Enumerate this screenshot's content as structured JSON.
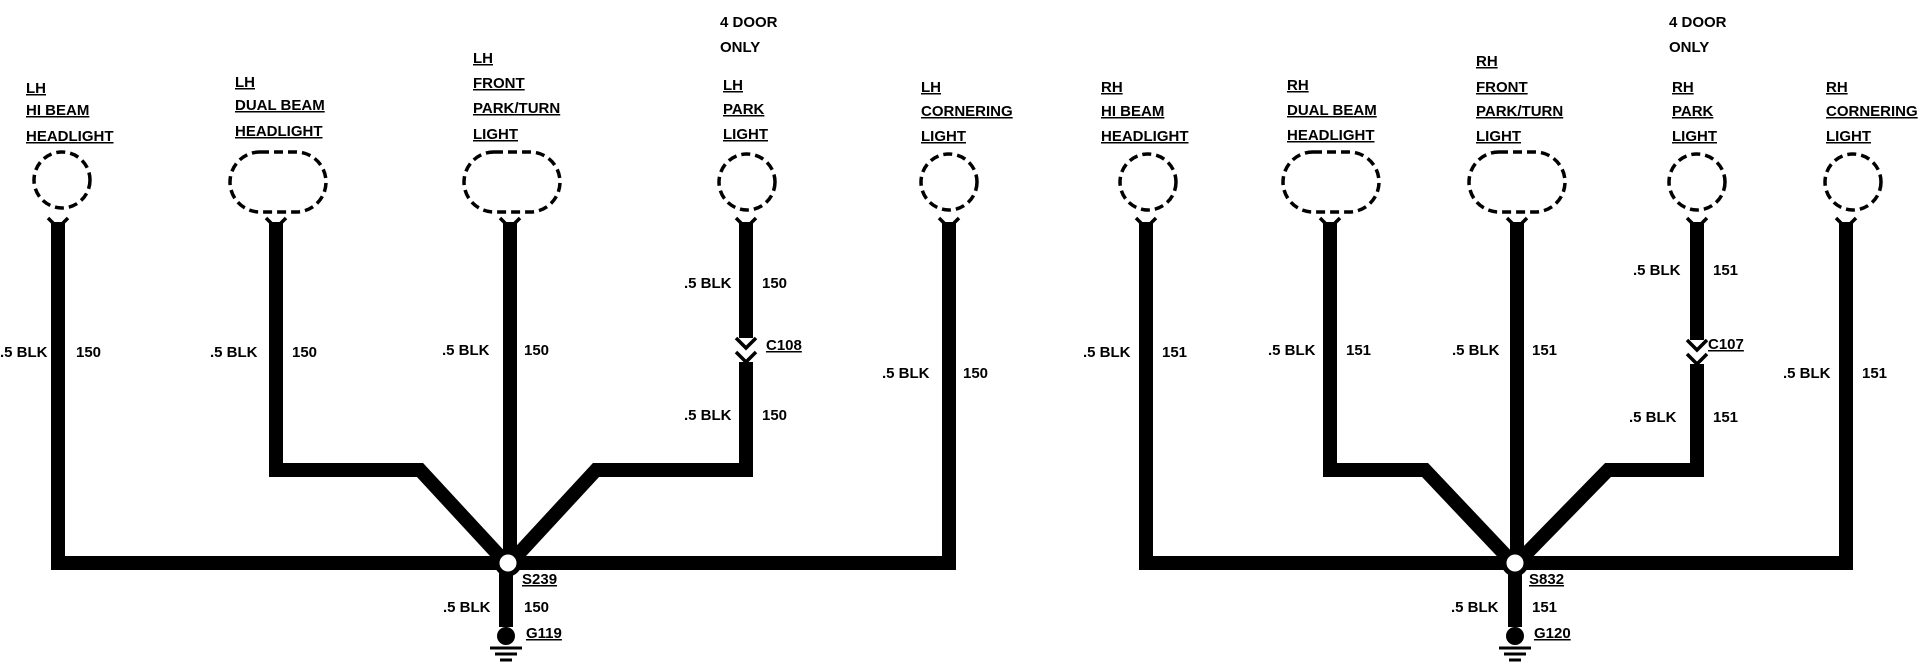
{
  "colors": {
    "wire": "#000000",
    "background": "#ffffff"
  },
  "left": {
    "components": [
      {
        "lines": [
          "LH",
          "HI BEAM",
          "HEADLIGHT"
        ]
      },
      {
        "lines": [
          "LH",
          "DUAL BEAM",
          "HEADLIGHT"
        ]
      },
      {
        "lines": [
          "LH",
          "FRONT",
          "PARK/TURN",
          "LIGHT"
        ]
      },
      {
        "lines": [
          "LH",
          "PARK",
          "LIGHT"
        ]
      },
      {
        "lines": [
          "LH",
          "CORNERING",
          "LIGHT"
        ]
      }
    ],
    "note": [
      "4 DOOR",
      "ONLY"
    ],
    "wire_color": ".5 BLK",
    "circuit": "150",
    "connector": "C108",
    "splice": "S239",
    "ground": "G119"
  },
  "right": {
    "components": [
      {
        "lines": [
          "RH",
          "HI BEAM",
          "HEADLIGHT"
        ]
      },
      {
        "lines": [
          "RH",
          "DUAL BEAM",
          "HEADLIGHT"
        ]
      },
      {
        "lines": [
          "RH",
          "FRONT",
          "PARK/TURN",
          "LIGHT"
        ]
      },
      {
        "lines": [
          "RH",
          "PARK",
          "LIGHT"
        ]
      },
      {
        "lines": [
          "RH",
          "CORNERING",
          "LIGHT"
        ]
      }
    ],
    "note": [
      "4 DOOR",
      "ONLY"
    ],
    "wire_color": ".5 BLK",
    "circuit": "151",
    "connector": "C107",
    "splice": "S832",
    "ground": "G120"
  }
}
